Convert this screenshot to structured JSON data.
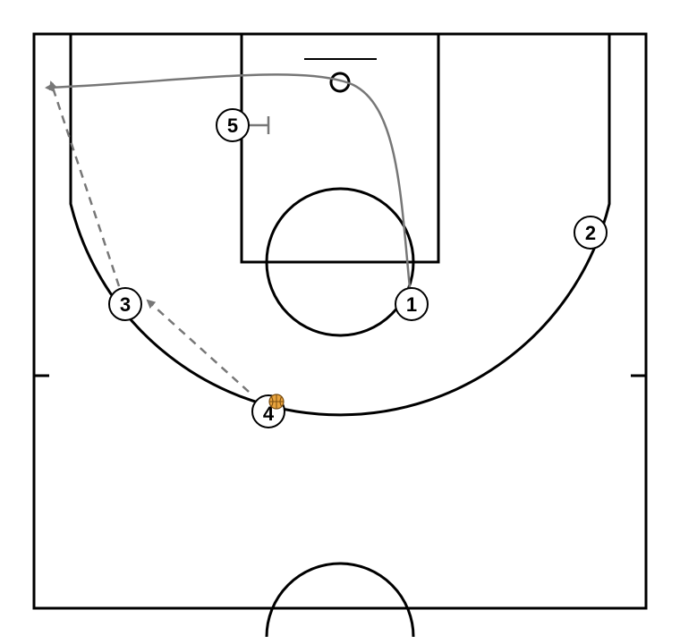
{
  "diagram": {
    "players": [
      {
        "id": "p1",
        "label": "1"
      },
      {
        "id": "p2",
        "label": "2"
      },
      {
        "id": "p3",
        "label": "3"
      },
      {
        "id": "p4",
        "label": "4"
      },
      {
        "id": "p5",
        "label": "5"
      }
    ],
    "ball_holder": "4",
    "actions": [
      {
        "type": "cut",
        "from": "1",
        "style": "solid-arrow"
      },
      {
        "type": "screen",
        "by": "5",
        "style": "t-bar"
      },
      {
        "type": "pass",
        "from": "4",
        "to": "3",
        "style": "dashed-arrow"
      },
      {
        "type": "pass",
        "from": "3",
        "to": "1",
        "style": "dashed-arrow"
      }
    ],
    "colors": {
      "court_lines": "#000000",
      "movement_lines": "#777777",
      "ball": "#e8a33d"
    }
  }
}
